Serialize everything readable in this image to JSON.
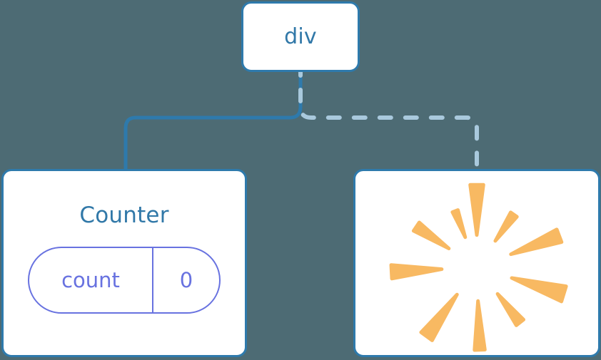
{
  "diagram": {
    "title": "component-tree",
    "background_color": "#4d6b74",
    "nodes": [
      {
        "id": "div",
        "label": "div",
        "kind": "dom-element",
        "border_color": "#2e7aac",
        "text_color": "#3178a8"
      },
      {
        "id": "counter",
        "label": "Counter",
        "kind": "component",
        "border_color": "#2e7aac",
        "text_color": "#3178a8",
        "state": {
          "key": "count",
          "value": "0",
          "accent_color": "#6872e0"
        }
      },
      {
        "id": "sparkle",
        "label": "",
        "kind": "effect",
        "border_color": "#2e7aac",
        "icon": "sparkle-burst-icon",
        "icon_color": "#f8b962"
      }
    ],
    "edges": [
      {
        "id": "div-to-counter",
        "from": "div",
        "to": "counter",
        "style": "solid",
        "color": "#2e7aac"
      },
      {
        "id": "div-to-sparkle",
        "from": "div",
        "to": "sparkle",
        "style": "dashed",
        "color": "#a9c9dd"
      }
    ],
    "sparkle": {
      "ray_color": "#f8b962",
      "ray_count": 10,
      "rays": [
        {
          "angle_deg": -90,
          "inner": 46,
          "outer": 118,
          "half_width_deg": 4.6
        },
        {
          "angle_deg": -55,
          "inner": 46,
          "outer": 92,
          "half_width_deg": 3.4
        },
        {
          "angle_deg": -21,
          "inner": 52,
          "outer": 126,
          "half_width_deg": 4.4
        },
        {
          "angle_deg": 17,
          "inner": 52,
          "outer": 130,
          "half_width_deg": 5.0
        },
        {
          "angle_deg": 52,
          "inner": 48,
          "outer": 100,
          "half_width_deg": 3.8
        },
        {
          "angle_deg": 88,
          "inner": 48,
          "outer": 118,
          "half_width_deg": 3.6
        },
        {
          "angle_deg": 126,
          "inner": 48,
          "outer": 122,
          "half_width_deg": 4.6
        },
        {
          "angle_deg": 177,
          "inner": 50,
          "outer": 122,
          "half_width_deg": 4.6
        },
        {
          "angle_deg": 214,
          "inner": 48,
          "outer": 104,
          "half_width_deg": 4.0
        },
        {
          "angle_deg": 249,
          "inner": 46,
          "outer": 86,
          "half_width_deg": 2.8
        }
      ]
    }
  }
}
